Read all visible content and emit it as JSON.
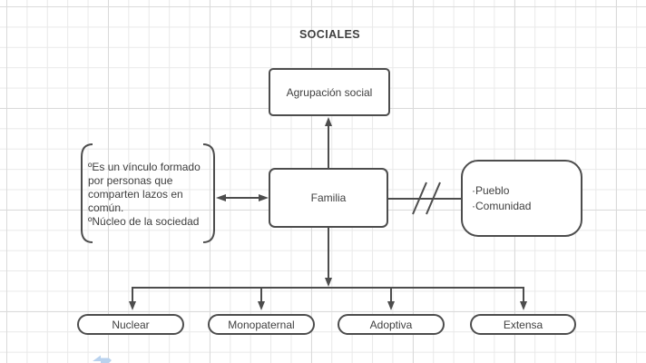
{
  "canvas": {
    "title": "SOCIALES"
  },
  "nodes": {
    "agrupacion_social": {
      "label": "Agrupación social"
    },
    "familia": {
      "label": "Familia"
    },
    "note": {
      "items": [
        "ºEs un vínculo formado por personas que comparten lazos en común.",
        "ºNúcleo de la sociedad"
      ]
    },
    "pueblo_comunidad": {
      "items": [
        "·Pueblo",
        "·Comunidad"
      ]
    },
    "children": [
      {
        "label": "Nuclear"
      },
      {
        "label": "Monopaternal"
      },
      {
        "label": "Adoptiva"
      },
      {
        "label": "Extensa"
      }
    ]
  },
  "icons": {
    "collab_cursor": "blue-collaborator-cursor-arrow"
  },
  "colors": {
    "stroke": "#4d4d4d",
    "text": "#3f3f3f",
    "grid_minor": "#e9e9e9",
    "grid_major": "#dadada",
    "shape_fill": "#ffffff",
    "cursor_blue": "#b9d2ee"
  }
}
